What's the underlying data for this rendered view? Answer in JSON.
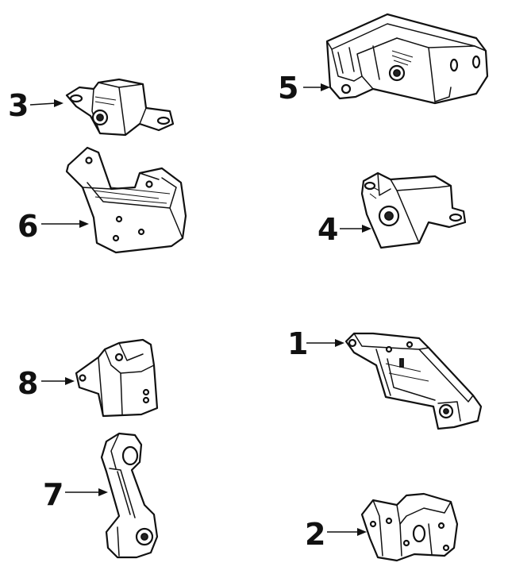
{
  "diagram": {
    "callouts": [
      {
        "id": "1",
        "label": "1",
        "part": "bracket-long"
      },
      {
        "id": "2",
        "label": "2",
        "part": "bracket-small"
      },
      {
        "id": "3",
        "label": "3",
        "part": "mount-block"
      },
      {
        "id": "4",
        "label": "4",
        "part": "mount-block"
      },
      {
        "id": "5",
        "label": "5",
        "part": "mount-large"
      },
      {
        "id": "6",
        "label": "6",
        "part": "bracket-angled"
      },
      {
        "id": "7",
        "label": "7",
        "part": "torque-rod"
      },
      {
        "id": "8",
        "label": "8",
        "part": "bracket-mount"
      }
    ]
  }
}
